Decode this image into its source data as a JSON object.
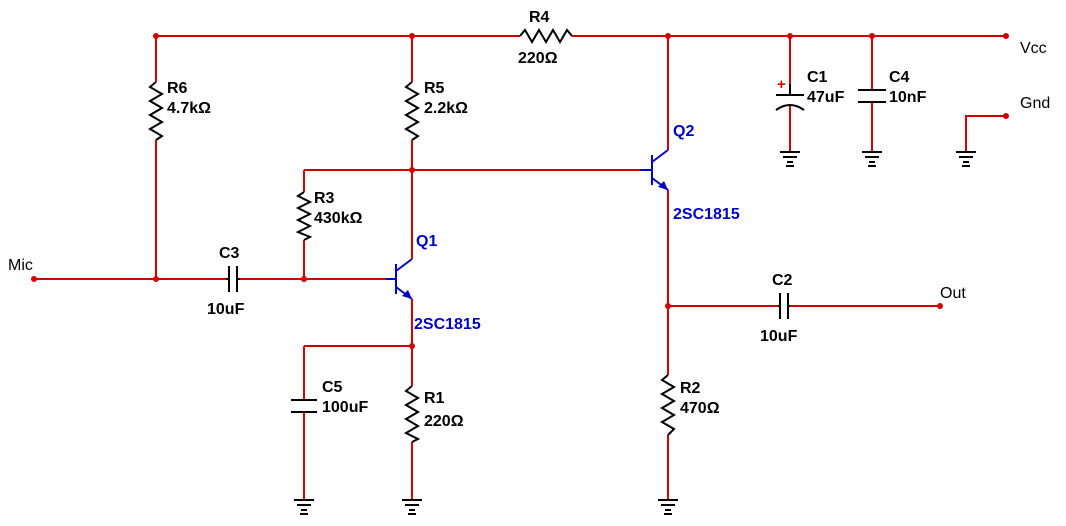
{
  "colors": {
    "wire": "#d40000",
    "component": "#000000",
    "transistor": "#0000cc",
    "background": "#ffffff"
  },
  "ports": {
    "mic": "Mic",
    "vcc": "Vcc",
    "gnd": "Gnd",
    "out": "Out"
  },
  "components": {
    "r4": {
      "ref": "R4",
      "value": "220Ω"
    },
    "r6": {
      "ref": "R6",
      "value": "4.7kΩ"
    },
    "r5": {
      "ref": "R5",
      "value": "2.2kΩ"
    },
    "r3": {
      "ref": "R3",
      "value": "430kΩ"
    },
    "r1": {
      "ref": "R1",
      "value": "220Ω"
    },
    "r2": {
      "ref": "R2",
      "value": "470Ω"
    },
    "c1": {
      "ref": "C1",
      "value": "47uF",
      "polarity": "+"
    },
    "c4": {
      "ref": "C4",
      "value": "10nF"
    },
    "c3": {
      "ref": "C3",
      "value": "10uF"
    },
    "c5": {
      "ref": "C5",
      "value": "100uF"
    },
    "c2": {
      "ref": "C2",
      "value": "10uF"
    },
    "q1": {
      "ref": "Q1",
      "part": "2SC1815"
    },
    "q2": {
      "ref": "Q2",
      "part": "2SC1815"
    }
  }
}
